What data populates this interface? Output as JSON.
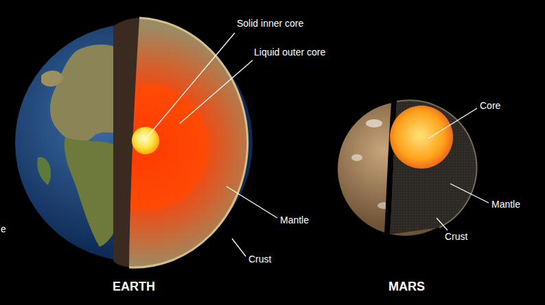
{
  "diagram": {
    "labels": [
      "Solid inner core",
      "Liquid outer core",
      "Mantle",
      "Crust",
      "EARTH",
      "Core",
      "Mantle",
      "Crust",
      "MARS",
      "e"
    ]
  }
}
